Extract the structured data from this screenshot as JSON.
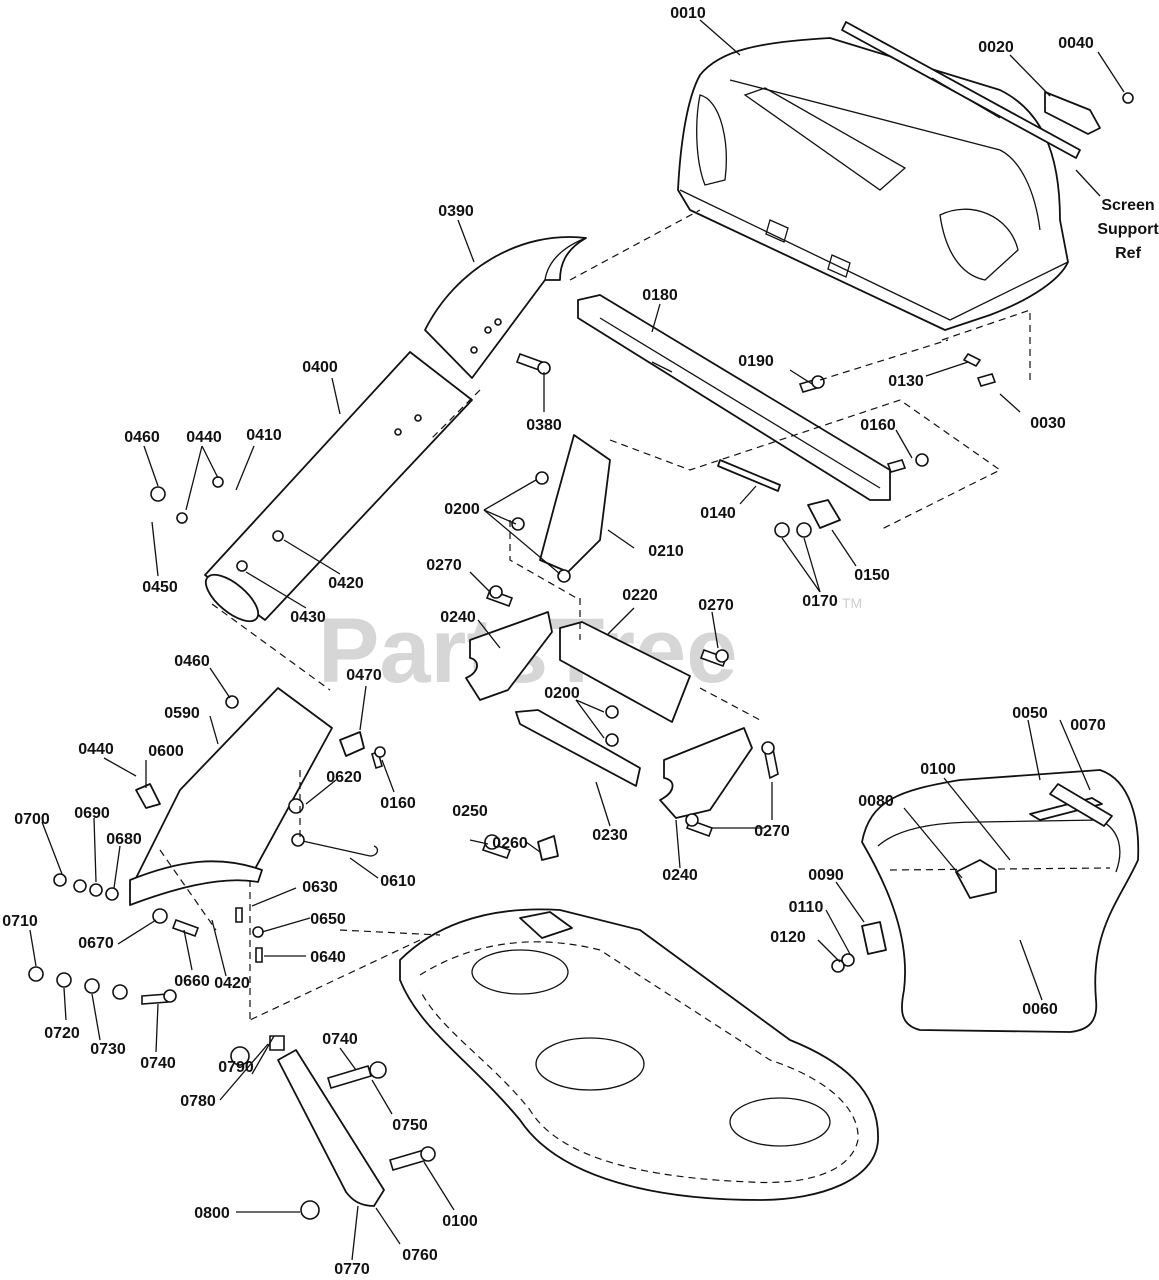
{
  "watermark": {
    "text": "PartsTree",
    "tm": "TM"
  },
  "screen_ref": {
    "line1": "Screen",
    "line2": "Support",
    "line3": "Ref"
  },
  "callouts": {
    "c0010": "0010",
    "c0020": "0020",
    "c0040": "0040",
    "c0390": "0390",
    "c0180": "0180",
    "c0190": "0190",
    "c0130": "0130",
    "c0030": "0030",
    "c0400": "0400",
    "c0380": "0380",
    "c0160a": "0160",
    "c0460a": "0460",
    "c0440a": "0440",
    "c0410": "0410",
    "c0200a": "0200",
    "c0210": "0210",
    "c0140": "0140",
    "c0150": "0150",
    "c0170": "0170",
    "c0450": "0450",
    "c0420a": "0420",
    "c0430": "0430",
    "c0270a": "0270",
    "c0220": "0220",
    "c0270b": "0270",
    "c0240a": "0240",
    "c0460b": "0460",
    "c0470": "0470",
    "c0590": "0590",
    "c0200b": "0200",
    "c0050": "0050",
    "c0070": "0070",
    "c0100a": "0100",
    "c0440b": "0440",
    "c0600": "0600",
    "c0160b": "0160",
    "c0620": "0620",
    "c0250": "0250",
    "c0260": "0260",
    "c0230": "0230",
    "c0270c": "0270",
    "c0080": "0080",
    "c0700": "0700",
    "c0690": "0690",
    "c0680": "0680",
    "c0610": "0610",
    "c0240b": "0240",
    "c0630": "0630",
    "c0090": "0090",
    "c0710": "0710",
    "c0650": "0650",
    "c0670": "0670",
    "c0110": "0110",
    "c0120": "0120",
    "c0660": "0660",
    "c0640": "0640",
    "c0060": "0060",
    "c0420b": "0420",
    "c0720": "0720",
    "c0730": "0730",
    "c0740a": "0740",
    "c0740b": "0740",
    "c0790": "0790",
    "c0780": "0780",
    "c0750": "0750",
    "c0800": "0800",
    "c0100b": "0100",
    "c0760": "0760",
    "c0770": "0770"
  }
}
